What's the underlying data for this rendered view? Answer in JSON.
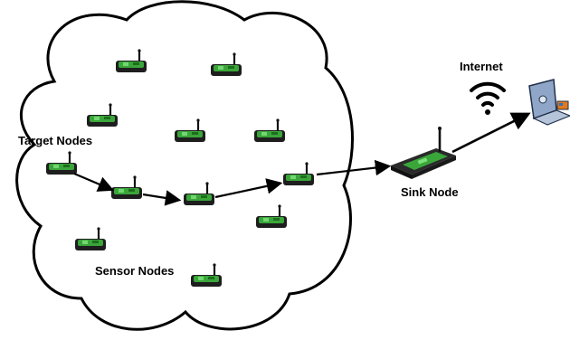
{
  "labels": {
    "target_nodes": "Target Nodes",
    "sensor_nodes": "Sensor Nodes",
    "sink_node": "Sink Node",
    "internet": "Internet"
  },
  "colors": {
    "cloud_stroke": "#000000",
    "node_body": "#1a1a1a",
    "node_green": "#3aa63a",
    "arrow": "#000000",
    "laptop_body": "#8fa6c8",
    "laptop_accent": "#e07a1f"
  },
  "icons": {
    "network": "wireless-sensor-network-cloud",
    "node": "sensor-node-icon",
    "sink": "router-icon",
    "internet": "wifi-icon",
    "endpoint": "laptop-icon"
  }
}
